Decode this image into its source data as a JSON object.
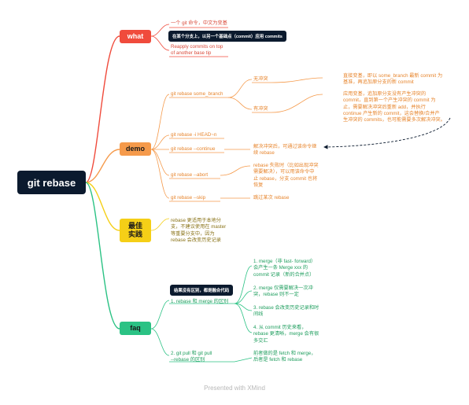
{
  "root": {
    "label": "git rebase"
  },
  "colors": {
    "what": "#f04b3c",
    "demo": "#f59a4b",
    "best": "#f5cf17",
    "faq": "#2bc284",
    "root": "#0b1a2e"
  },
  "what": {
    "label": "what",
    "item1": "一个 git 命令，中文为变基",
    "callout": "在某个分支上，以另一个基础点（commit）应用 commits",
    "item2": "Reapply commits on top\nof another base tip"
  },
  "demo": {
    "label": "demo",
    "cmd1": "git rebase some_branch",
    "no_conflict": "无冲突",
    "no_conflict_desc": "直接变基，即以 some_branch 最新 commit 为\n基准，再追加原分支的新 commit",
    "conflict": "有冲突",
    "conflict_desc": "应用变基，追加原分支没有产生冲突的\ncommit，直到第一个产生冲突的 commit 为\n止，需要解决冲突后重新 add，并执行\ncontinue 产生新的 commit，这会替换/合并产\n生冲突的 commits，也可能需要多次解决冲突。",
    "cmd2": "git rebase -i HEAD~n",
    "cmd3": "git rebase --continue",
    "cmd3_desc": "解决冲突后，可通过该命令继\n续 rebase",
    "cmd4": "git rebase --abort",
    "cmd4_desc": "rebase 失败时（比如出现冲突\n需要解决），可以用该命令中\n止 rebase，分支 commit 也将\n恢复",
    "cmd5": "git rebase --skip",
    "cmd5_desc": "跳过某次 rebase"
  },
  "best": {
    "label": "最佳\n实践",
    "desc": "rebase 更适用于本地分\n支，不建议使用在 master\n等重要分支中，因为\nrebase 会改变历史记录"
  },
  "faq": {
    "label": "faq",
    "callout": "结果没有区别，都是融合代码",
    "q1": "1. rebase 和 merge 的区别",
    "a1": "1. merge（非 fast- forward）\n会产生一条 Merge xxx 的\ncommit 记录（新的合并点）",
    "a2": "2. merge 仅需要解决一次冲\n突，rebase 则不一定",
    "a3": "3. rebase 会改变历史记录和时\n间线",
    "a4": "4. 从 commit 历史来看，\nrebase 更清晰，merge 会有很\n多交汇",
    "q2": "2. git pull 和 git pull\n--rebase 的区别",
    "a5": "前者做的是 fetch 和 merge，\n后者是 fetch 和 rebase"
  },
  "footer": "Presented with XMind"
}
